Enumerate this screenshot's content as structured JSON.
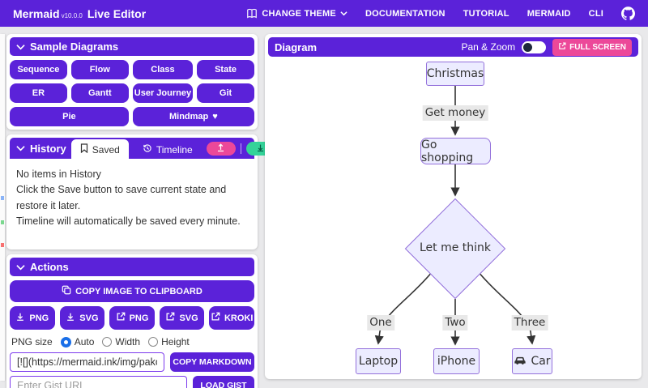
{
  "app": {
    "brand": "Mermaid",
    "version": "v10.0.0",
    "title": "Live Editor"
  },
  "nav": {
    "change_theme": "CHANGE THEME",
    "documentation": "DOCUMENTATION",
    "tutorial": "TUTORIAL",
    "mermaid": "MERMAID",
    "cli": "CLI"
  },
  "sample_diagrams": {
    "title": "Sample Diagrams",
    "buttons": [
      "Sequence",
      "Flow",
      "Class",
      "State",
      "ER",
      "Gantt",
      "User Journey",
      "Git",
      "Pie",
      "Mindmap"
    ]
  },
  "history": {
    "title": "History",
    "saved_tab": "Saved",
    "timeline_tab": "Timeline",
    "empty_line1": "No items in History",
    "empty_line2": "Click the Save button to save current state and restore it later.",
    "empty_line3": "Timeline will automatically be saved every minute."
  },
  "actions": {
    "title": "Actions",
    "copy_image": "COPY IMAGE TO CLIPBOARD",
    "png_download": "PNG",
    "svg_download": "SVG",
    "png_link": "PNG",
    "svg_link": "SVG",
    "kroki": "KROKI",
    "png_size_label": "PNG size",
    "size_auto": "Auto",
    "size_width": "Width",
    "size_height": "Height",
    "png_size_selected": "Auto",
    "markdown_value": "[![](https://mermaid.ink/img/pako:eNpVj",
    "copy_markdown": "COPY MARKDOWN",
    "gist_placeholder": "Enter Gist URL",
    "load_gist": "LOAD GIST"
  },
  "diagram_panel": {
    "title": "Diagram",
    "pan_zoom": "Pan & Zoom",
    "pan_zoom_on": false,
    "full_screen": "FULL SCREEN"
  },
  "flowchart": {
    "nodes": {
      "start": "Christmas",
      "shopping": "Go shopping",
      "decision": "Let me think",
      "laptop": "Laptop",
      "iphone": "iPhone",
      "car": "Car"
    },
    "edge_labels": {
      "get_money": "Get money",
      "one": "One",
      "two": "Two",
      "three": "Three"
    }
  },
  "colors": {
    "primary": "#5b22d9",
    "accent_pink": "#ec4899",
    "accent_green": "#34d399",
    "accent_red": "#f87171",
    "node_fill": "#ececff",
    "node_border": "#9370db",
    "edge": "#333333"
  }
}
